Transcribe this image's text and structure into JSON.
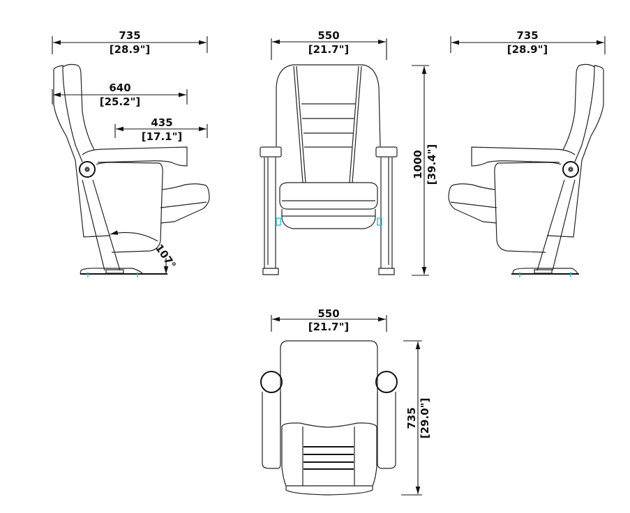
{
  "drawing": {
    "subject": "Auditorium chair dimension drawing",
    "units_primary": "mm",
    "units_secondary": "in",
    "line_color": "#222222",
    "accent_color": "#19c6d8",
    "background": "#ffffff"
  },
  "views": {
    "left_side": {
      "overall_depth": {
        "mm": "735",
        "in": "[28.9\"]"
      },
      "armrest_depth": {
        "mm": "640",
        "in": "[25.2\"]"
      },
      "seat_depth": {
        "mm": "435",
        "in": "[17.1\"]"
      },
      "recline_angle": "107°"
    },
    "front": {
      "width": {
        "mm": "550",
        "in": "[21.7\"]"
      },
      "height": {
        "mm": "1000",
        "in": "[39.4\"]"
      }
    },
    "right_side": {
      "overall_depth": {
        "mm": "735",
        "in": "[28.9\"]"
      }
    },
    "top": {
      "width": {
        "mm": "550",
        "in": "[21.7\"]"
      },
      "depth": {
        "mm": "735",
        "in": "[29.0\"]"
      }
    }
  }
}
